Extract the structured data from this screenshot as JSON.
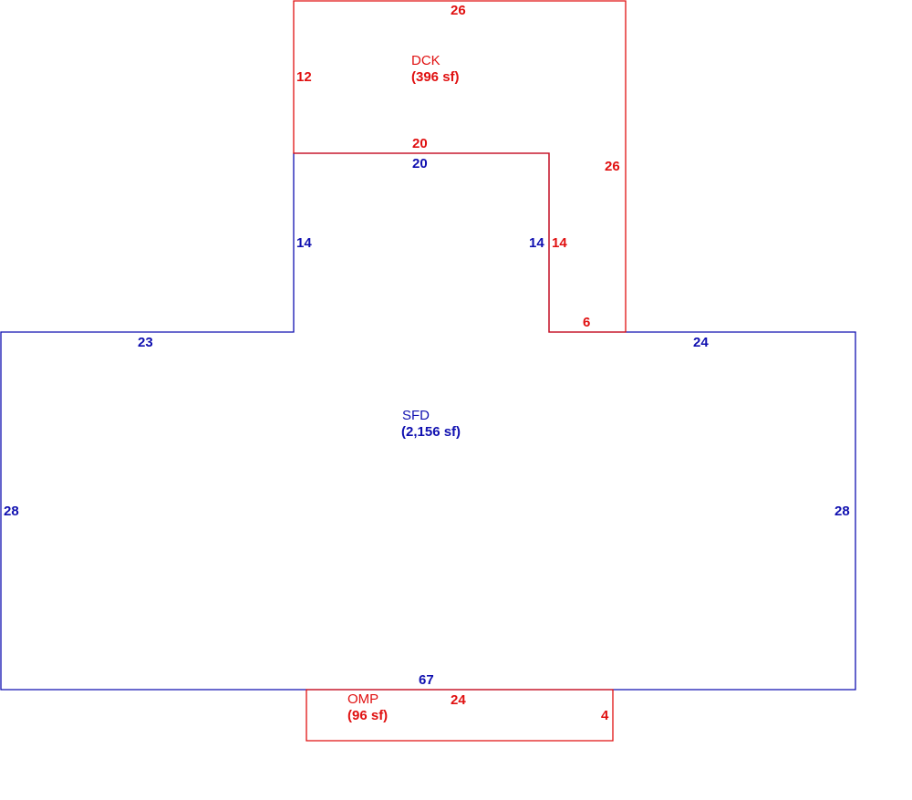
{
  "colors": {
    "sfd": "#1010b0",
    "addon": "#e01010",
    "background": "#ffffff"
  },
  "sfd": {
    "name": "SFD",
    "area": "(2,156 sf)",
    "dims": {
      "top_left": "23",
      "left_upper": "14",
      "top_inner": "20",
      "inner_right": "14",
      "top_right": "24",
      "right": "28",
      "left": "28",
      "bottom": "67"
    }
  },
  "dck": {
    "name": "DCK",
    "area": "(396 sf)",
    "dims": {
      "top": "26",
      "left": "12",
      "inner_top": "20",
      "right": "26",
      "inner_right": "14",
      "bottom": "6"
    }
  },
  "omp": {
    "name": "OMP",
    "area": "(96 sf)",
    "dims": {
      "top": "24",
      "right": "4"
    }
  }
}
